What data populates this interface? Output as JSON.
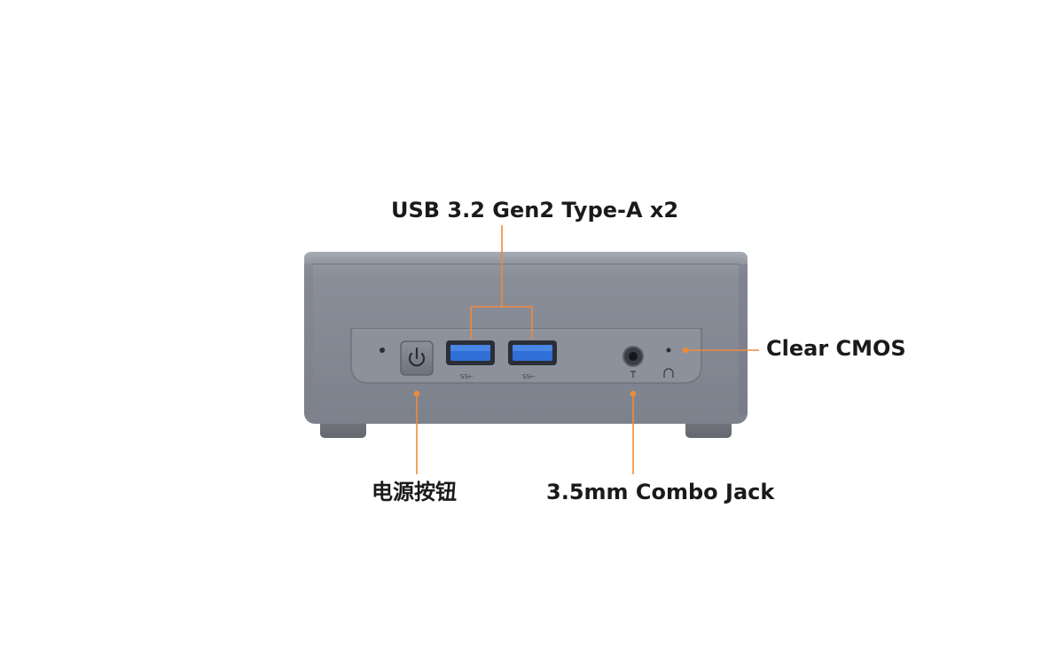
{
  "labels": {
    "usb": "USB 3.2 Gen2 Type-A x2",
    "clear_cmos": "Clear CMOS",
    "power_button": "电源按钮",
    "audio_jack": "3.5mm Combo Jack"
  },
  "port_markings": {
    "usb_left": "SS⇠",
    "usb_right": "SS⇠"
  },
  "colors": {
    "accent_orange": "#f08a3c",
    "chassis": "#858a95",
    "usb_blue": "#2f6fd6"
  },
  "icons": {
    "power": "power-icon",
    "mic": "mic-icon",
    "headphone": "headphone-icon"
  }
}
